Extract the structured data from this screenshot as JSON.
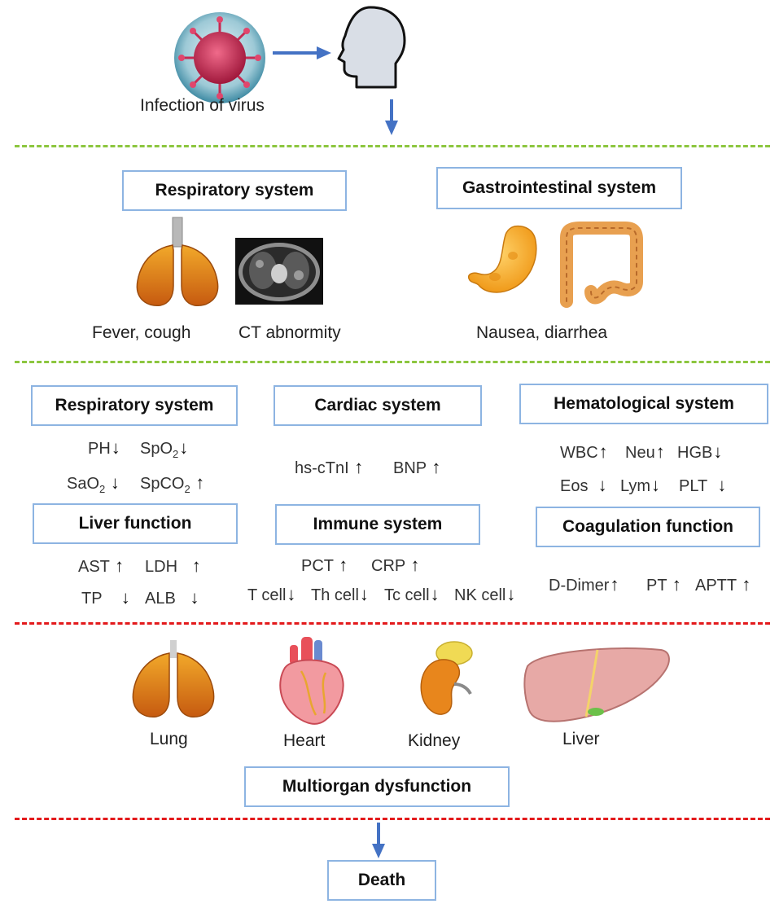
{
  "colors": {
    "green_dash": "#8cc63f",
    "red_dash": "#e31a1c",
    "flow_arrow": "#4472c4",
    "box_border": "#8db4e2"
  },
  "top": {
    "virus_label": "Infection of virus"
  },
  "section1": {
    "respiratory_title": "Respiratory system",
    "gastro_title": "Gastrointestinal system",
    "fever_label": "Fever, cough",
    "ct_label": "CT abnormity",
    "nausea_label": "Nausea, diarrhea"
  },
  "section2": {
    "respiratory": {
      "title": "Respiratory system",
      "markers": [
        {
          "name": "PH",
          "dir": "down"
        },
        {
          "name": "SpO",
          "sub": "2",
          "dir": "down"
        },
        {
          "name": "SaO",
          "sub": "2",
          "dir": "down"
        },
        {
          "name": "SpCO",
          "sub": "2",
          "dir": "up"
        }
      ]
    },
    "liver": {
      "title": "Liver function",
      "markers": [
        {
          "name": "AST",
          "dir": "up"
        },
        {
          "name": "LDH",
          "dir": "up"
        },
        {
          "name": "TP",
          "dir": "down"
        },
        {
          "name": "ALB",
          "dir": "down"
        }
      ]
    },
    "cardiac": {
      "title": "Cardiac system",
      "markers": [
        {
          "name": "hs-cTnI",
          "dir": "up"
        },
        {
          "name": "BNP",
          "dir": "up"
        }
      ]
    },
    "immune": {
      "title": "Immune system",
      "markers": [
        {
          "name": "PCT",
          "dir": "up"
        },
        {
          "name": "CRP",
          "dir": "up"
        },
        {
          "name": "T cell",
          "dir": "down"
        },
        {
          "name": "Th cell",
          "dir": "down"
        },
        {
          "name": "Tc cell",
          "dir": "down"
        },
        {
          "name": "NK cell",
          "dir": "down"
        }
      ]
    },
    "hematological": {
      "title": "Hematological system",
      "markers": [
        {
          "name": "WBC",
          "dir": "up"
        },
        {
          "name": "Neu",
          "dir": "up"
        },
        {
          "name": "HGB",
          "dir": "down"
        },
        {
          "name": "Eos",
          "dir": "down"
        },
        {
          "name": "Lym",
          "dir": "down"
        },
        {
          "name": "PLT",
          "dir": "down"
        }
      ]
    },
    "coagulation": {
      "title": "Coagulation function",
      "markers": [
        {
          "name": "D-Dimer",
          "dir": "up"
        },
        {
          "name": "PT",
          "dir": "up"
        },
        {
          "name": "APTT",
          "dir": "up"
        }
      ]
    }
  },
  "section3": {
    "organs": [
      "Lung",
      "Heart",
      "Kidney",
      "Liver"
    ],
    "multiorgan_title": "Multiorgan dysfunction",
    "death_title": "Death"
  }
}
